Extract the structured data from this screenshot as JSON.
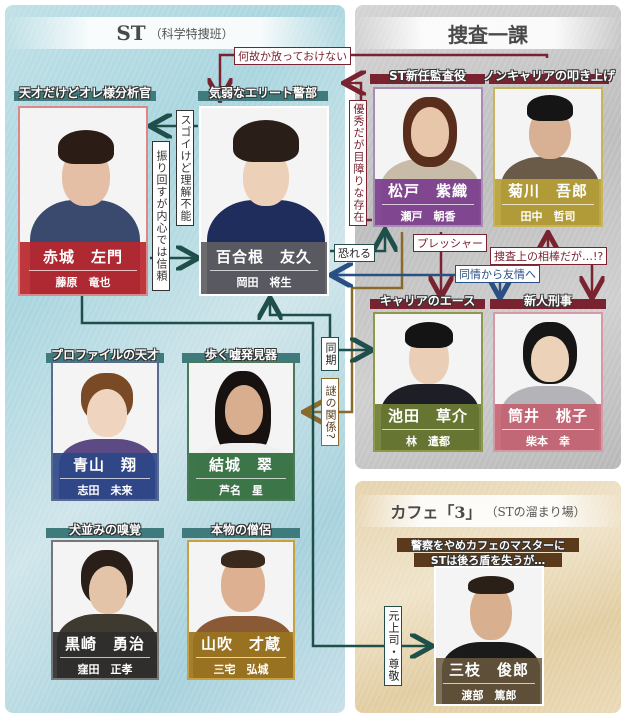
{
  "panels": {
    "st": {
      "title": "ST",
      "subtitle": "（科学特捜班）"
    },
    "kaka": {
      "title": "捜査一課"
    },
    "cafe": {
      "title": "カフェ「3」",
      "subtitle": "（STの溜まり場）",
      "caption_line1": "警察をやめカフェのマスターに",
      "caption_line2": "STは後ろ盾を失うが…"
    }
  },
  "characters": [
    {
      "id": "akagi",
      "role": "天才だけどオレ様分析官",
      "name": "赤城　左門",
      "actor": "藤原　竜也",
      "plate_color": "#b8262c"
    },
    {
      "id": "yurine",
      "role": "気弱なエリート警部",
      "name": "百合根　友久",
      "actor": "岡田　将生",
      "plate_color": "#5e5e62"
    },
    {
      "id": "matsudo",
      "role": "ST新任監査役",
      "name": "松戸　紫織",
      "actor": "瀬戸　朝香",
      "plate_color": "#7a3c8e"
    },
    {
      "id": "kikukawa",
      "role": "ノンキャリアの叩き上げ",
      "name": "菊川　吾郎",
      "actor": "田中　哲司",
      "plate_color": "#b6a137"
    },
    {
      "id": "ikeda",
      "role": "キャリアのエース",
      "name": "池田　草介",
      "actor": "林　遣都",
      "plate_color": "#6e7d33"
    },
    {
      "id": "tsutsui",
      "role": "新人刑事",
      "name": "筒井　桃子",
      "actor": "柴本　幸",
      "plate_color": "#c45c6c"
    },
    {
      "id": "aoyama",
      "role": "プロファイルの天才",
      "name": "青山　翔",
      "actor": "志田　未来",
      "plate_color": "#2c4688"
    },
    {
      "id": "yuki",
      "role": "歩く嘘発見器",
      "name": "結城　翠",
      "actor": "芦名　星",
      "plate_color": "#2c6a3a"
    },
    {
      "id": "kurosaki",
      "role": "犬並みの嗅覚",
      "name": "黒崎　勇治",
      "actor": "窪田　正孝",
      "plate_color": "#2e2e2e"
    },
    {
      "id": "yamabuki",
      "role": "本物の僧侶",
      "name": "山吹　才蔵",
      "actor": "三宅　弘城",
      "plate_color": "#9a7420"
    },
    {
      "id": "mie",
      "role": "",
      "name": "三枝　俊郎",
      "actor": "渡部　篤郎",
      "plate_color": "#6b5a3e"
    }
  ],
  "relations": {
    "nazeka": "何故か放っておけない",
    "sugoi": "スゴイけど理解不能",
    "furimawasu": "振り回すが内心では信頼",
    "yushu": "優秀だが目障りな存在",
    "osoreru": "恐れる",
    "pressure": "プレッシャー",
    "aibou": "捜査上の相棒だが…!?",
    "doujou": "同情から友情へ",
    "douki": "同期",
    "nazo": "謎の関係?",
    "moto": "元上司・尊敬"
  },
  "colors": {
    "teal_line": "#1f4f4a",
    "wine_line": "#7a2330",
    "navy_line": "#2a4f82",
    "gold_line": "#8a6a2a"
  }
}
